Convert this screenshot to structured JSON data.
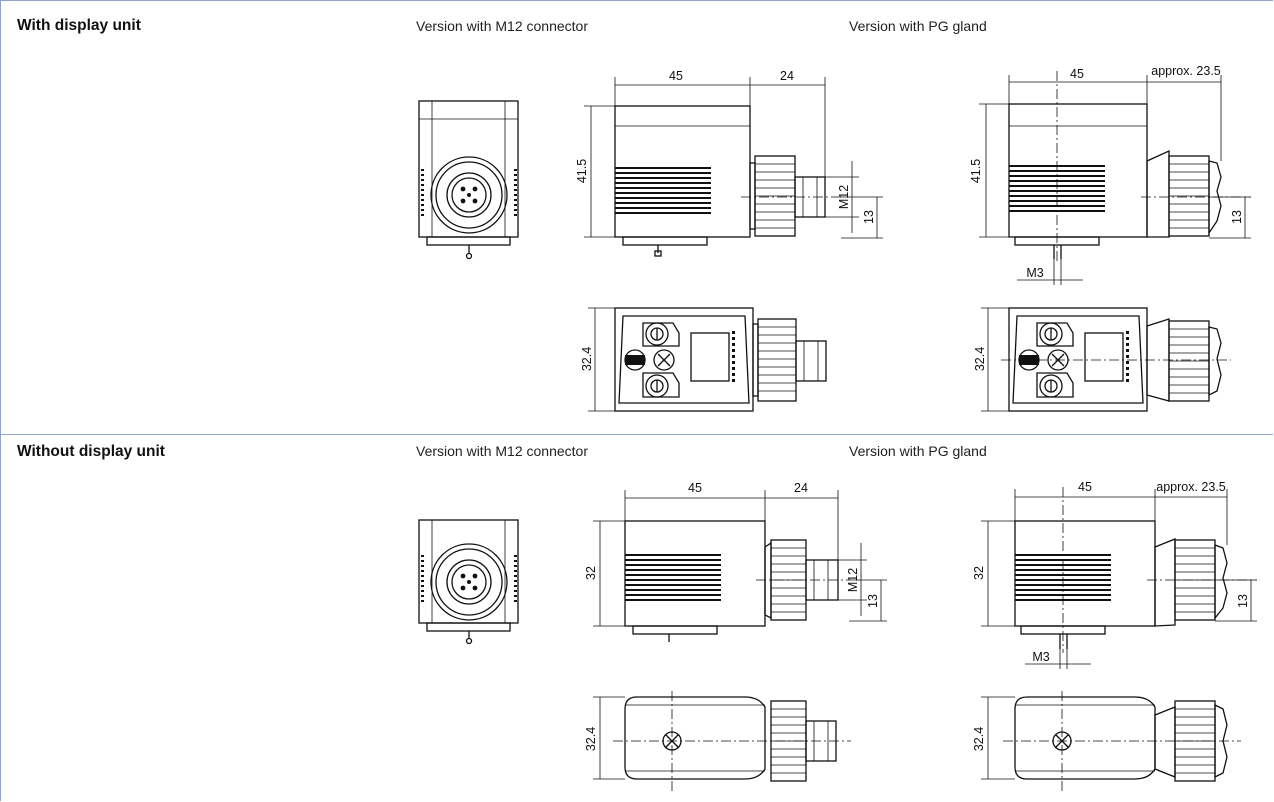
{
  "sections": [
    {
      "title": "With display unit",
      "version_m12": "Version with M12 connector",
      "version_pg": "Version with PG gland"
    },
    {
      "title": "Without display unit",
      "version_m12": "Version with M12 connector",
      "version_pg": "Version with PG gland"
    }
  ],
  "dimensions": {
    "width_main": "45",
    "connector_len": "24",
    "gland_len": "approx. 23.5",
    "height_display": "41.5",
    "height_plain": "32",
    "thread_m12": "M12",
    "offset": "13",
    "screw": "M3",
    "depth": "32.4"
  }
}
